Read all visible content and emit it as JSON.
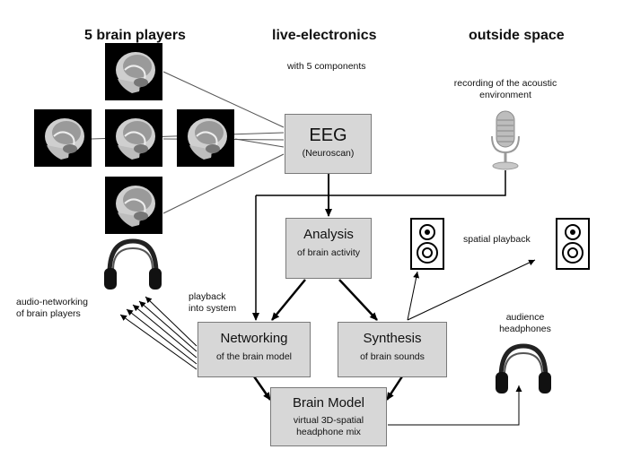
{
  "headers": {
    "brain_players": "5 brain players",
    "live_electronics": "live-electronics",
    "outside_space": "outside space"
  },
  "notes": {
    "components": "with 5 components",
    "recording_line1": "recording of the acoustic",
    "recording_line2": "environment",
    "spatial_playback": "spatial playback",
    "audio_networking_line1": "audio-networking",
    "audio_networking_line2": "of brain players",
    "playback_line1": "playback",
    "playback_line2": "into system",
    "audience_line1": "audience",
    "audience_line2": "headphones"
  },
  "boxes": {
    "eeg": {
      "title": "EEG",
      "subtitle": "(Neuroscan)"
    },
    "analysis": {
      "title": "Analysis",
      "subtitle": "of brain activity"
    },
    "networking": {
      "title": "Networking",
      "subtitle": "of the brain model"
    },
    "synthesis": {
      "title": "Synthesis",
      "subtitle": "of brain sounds"
    },
    "brain_model": {
      "title": "Brain Model",
      "subtitle_line1": "virtual 3D-spatial",
      "subtitle_line2": "headphone mix"
    }
  },
  "icons": [
    "mri-scan-icon",
    "microphone-icon",
    "speaker-icon",
    "headphones-icon"
  ],
  "colors": {
    "box_fill": "#d7d7d7",
    "box_border": "#7a7a7a",
    "line": "#000000",
    "thin_line": "#555555"
  }
}
